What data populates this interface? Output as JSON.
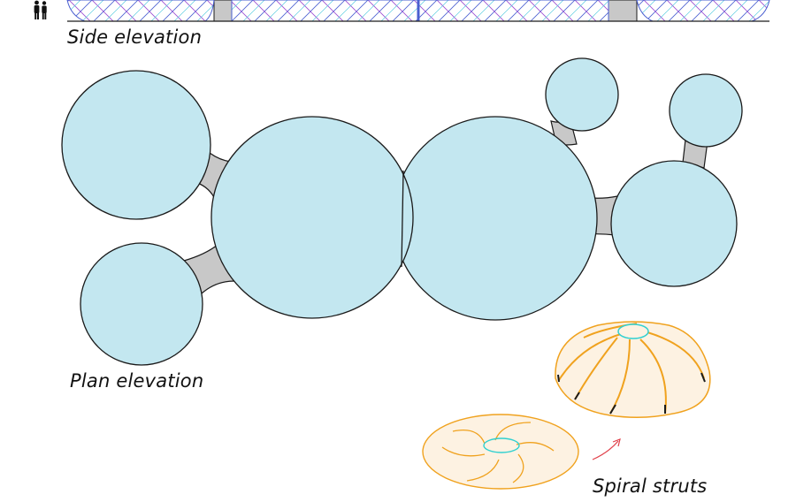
{
  "captions": {
    "side": "Side elevation",
    "plan": "Plan elevation",
    "spiral": "Spiral struts"
  },
  "colors": {
    "dome_fill": "#c3e7f0",
    "outline": "#1a1a1a",
    "connector": "#c8c8c8",
    "lattice_blue": "#4a5fd0",
    "lattice_purple": "#9a4ad0",
    "lattice_cyan": "#46c6dc",
    "strut_orange": "#f0a21e",
    "shell_fill": "#fdf2e2",
    "oculus": "#30d0d0",
    "arrow": "#e0404a"
  }
}
